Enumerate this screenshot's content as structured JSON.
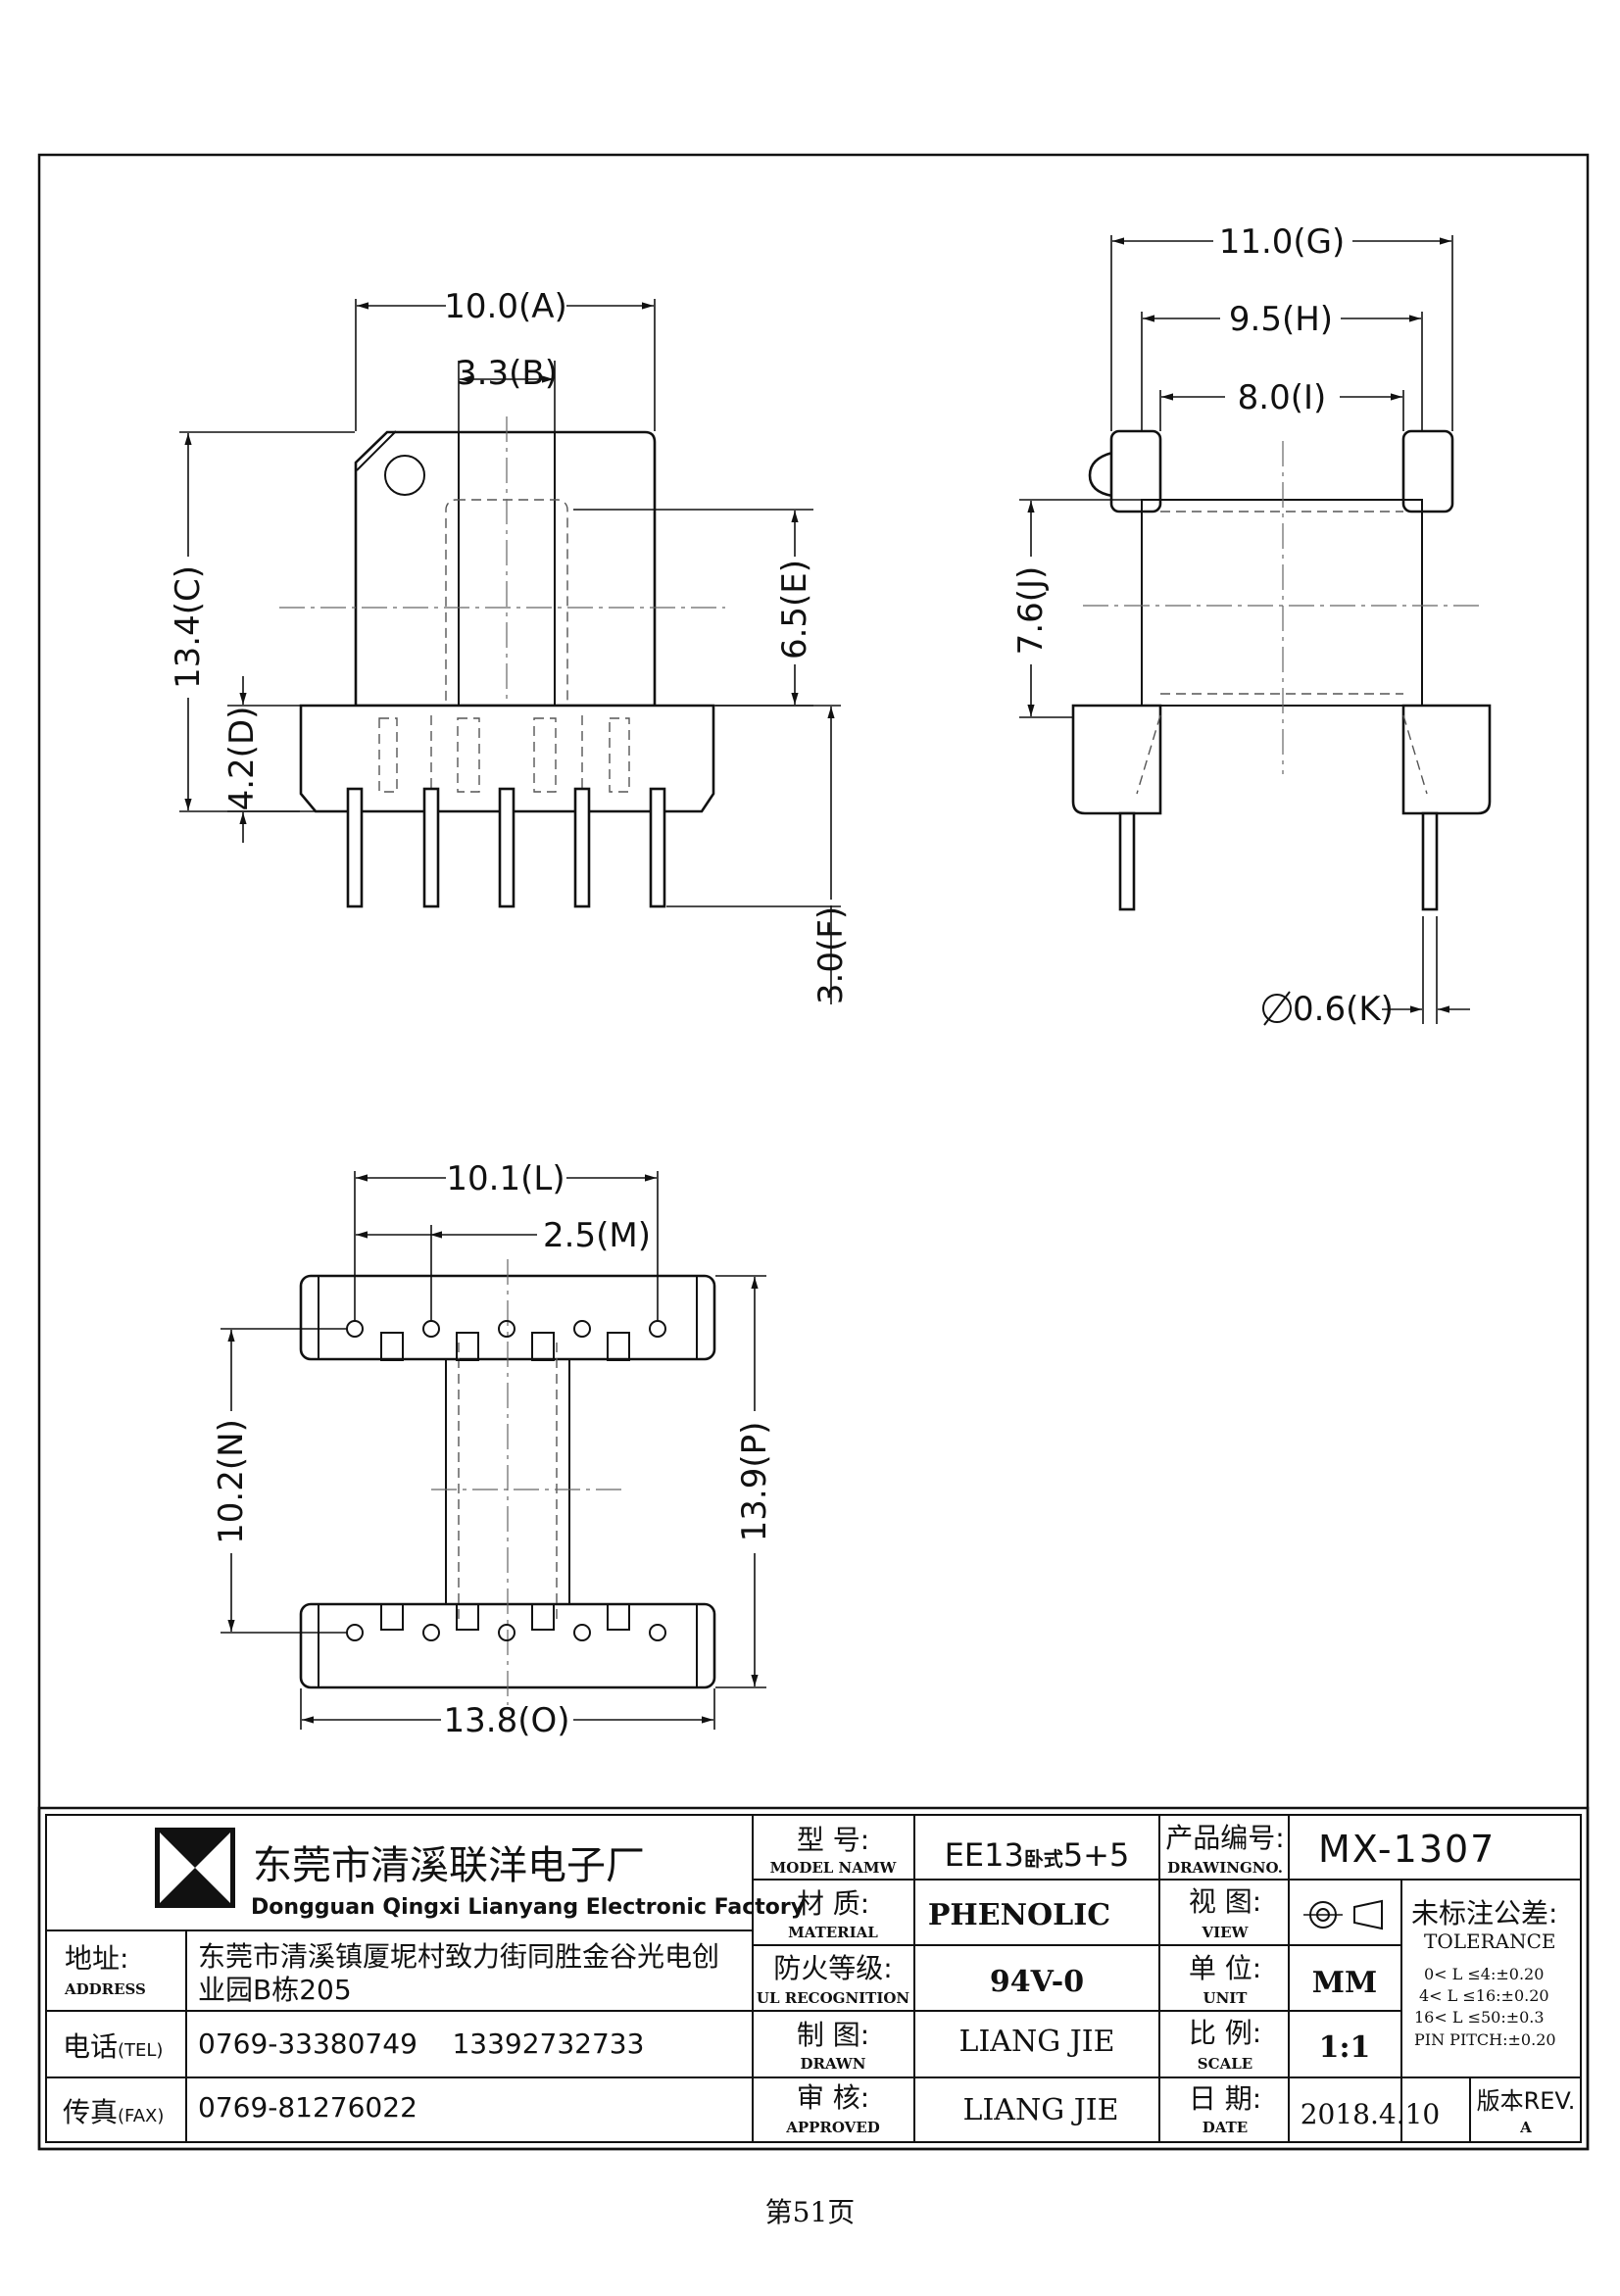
{
  "front_view": {
    "dim_a": "10.0(A)",
    "dim_b": "3.3(B)",
    "dim_c": "13.4(C)",
    "dim_d": "4.2(D)",
    "dim_e": "6.5(E)",
    "dim_f": "3.0(F)"
  },
  "side_view": {
    "dim_g": "11.0(G)",
    "dim_h": "9.5(H)",
    "dim_i": "8.0(I)",
    "dim_j": "7.6(J)",
    "dim_k": "0.6(K)"
  },
  "bottom_view": {
    "dim_l": "10.1(L)",
    "dim_m": "2.5(M)",
    "dim_n": "10.2(N)",
    "dim_p": "13.9(P)",
    "dim_o": "13.8(O)"
  },
  "title_block": {
    "company_cn": "东莞市清溪联洋电子厂",
    "company_en": "Dongguan Qingxi Lianyang Electronic Factory",
    "address_label_cn": "地址:",
    "address_label_en": "ADDRESS",
    "address_line1": "东莞市清溪镇厦坭村致力街同胜金谷光电创",
    "address_line2": "业园B栋205",
    "tel_label_cn": "电话",
    "tel_label_en": "(TEL)",
    "tel_value": "0769-33380749    13392732733",
    "fax_label_cn": "传真",
    "fax_label_en": "(FAX)",
    "fax_value": "0769-81276022",
    "model_label_cn": "型  号:",
    "model_label_en": "MODEL NAMW",
    "model_value_a": "EE13",
    "model_value_b": "卧式",
    "model_value_c": "5+5",
    "drawing_no_label_cn": "产品编号:",
    "drawing_no_label_en": "DRAWINGNO.",
    "drawing_no_value": "MX-1307",
    "material_label_cn": "材  质:",
    "material_label_en": "MATERIAL",
    "material_value": "PHENOLIC",
    "view_label_cn": "视  图:",
    "view_label_en": "VIEW",
    "tolerance_label_cn": "未标注公差:",
    "tolerance_label_en": "TOLERANCE",
    "tolerance_rows": [
      "0< L ≤4:±0.20",
      "4< L ≤16:±0.20",
      "16< L ≤50:±0.3",
      "PIN PITCH:±0.20"
    ],
    "fire_label_cn": "防火等级:",
    "fire_label_en": "UL RECOGNITION",
    "fire_value": "94V-0",
    "unit_label_cn": "单  位:",
    "unit_label_en": "UNIT",
    "unit_value": "MM",
    "drawn_label_cn": "制  图:",
    "drawn_label_en": "DRAWN",
    "drawn_value": "LIANG JIE",
    "scale_label_cn": "比  例:",
    "scale_label_en": "SCALE",
    "scale_value": "1:1",
    "approved_label_cn": "审  核:",
    "approved_label_en": "APPROVED",
    "approved_value": "LIANG JIE",
    "date_label_cn": "日  期:",
    "date_label_en": "DATE",
    "date_value": "2018.4.10",
    "rev_label": "版本REV.",
    "rev_value": "A"
  },
  "page_number": "第51页"
}
